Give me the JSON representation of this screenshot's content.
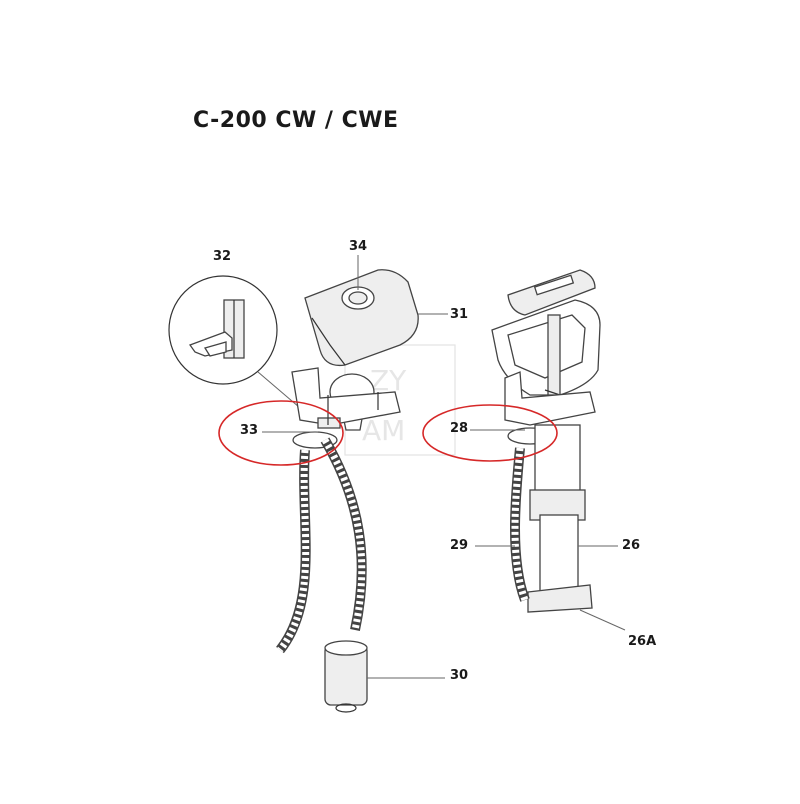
{
  "title": "C-200 CW / CWE",
  "colors": {
    "highlight": "#d62828",
    "line": "#333333"
  },
  "callouts": {
    "c26": "26",
    "c26a": "26A",
    "c28": "28",
    "c29": "29",
    "c30": "30",
    "c31": "31",
    "c32": "32",
    "c33": "33",
    "c34": "34"
  },
  "watermark": {
    "l1": "ZY",
    "l2": "AM"
  }
}
